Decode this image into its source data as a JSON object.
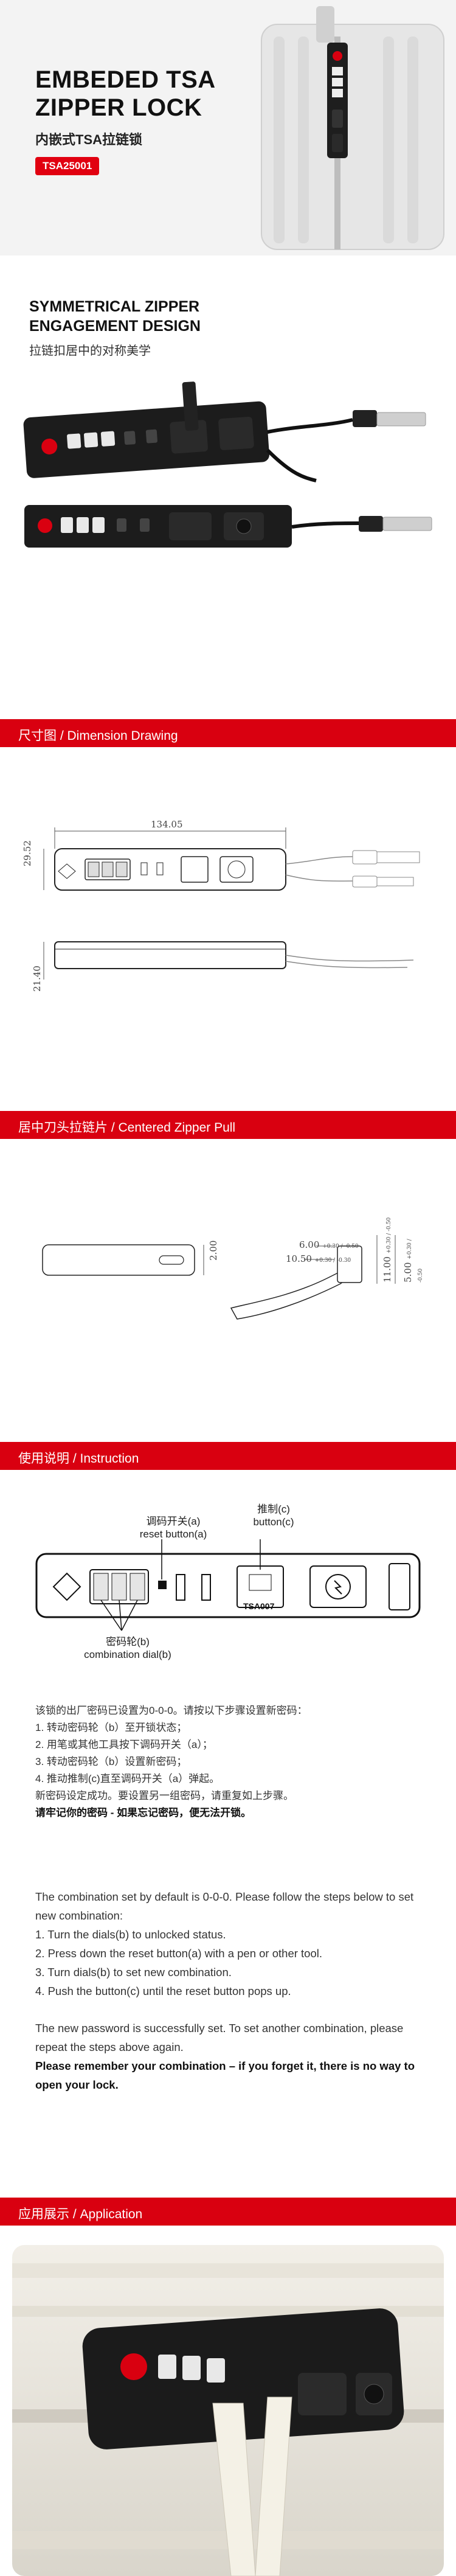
{
  "hero": {
    "title_line1": "EMBEDED TSA",
    "title_line2": "ZIPPER LOCK",
    "subtitle": "内嵌式TSA拉链锁",
    "model": "TSA25001"
  },
  "design": {
    "title_line1": "SYMMETRICAL ZIPPER",
    "title_line2": "ENGAGEMENT DESIGN",
    "subtitle": "拉链扣居中的对称美学"
  },
  "sections": {
    "dimension": "尺寸图 / Dimension Drawing",
    "pull": "居中刀头拉链片 / Centered Zipper Pull",
    "instruction": "使用说明 / Instruction",
    "application": "应用展示 / Application"
  },
  "dimension": {
    "width": "134.05",
    "height": "29.52",
    "depth": "21.40"
  },
  "pull": {
    "thickness": "2.00",
    "dim_a": "6.00",
    "dim_a_tol": "+0.30 / -0.50",
    "dim_b": "10.50",
    "dim_b_tol": "+0.30 / -0.30",
    "dim_c": "11.00",
    "dim_c_tol": "+0.30 / -0.50",
    "dim_d": "5.00",
    "dim_d_tol": "+0.30 / -0.50"
  },
  "instruction": {
    "reset_label_cn": "调码开关(a)",
    "reset_label_en": "reset button(a)",
    "button_label_cn": "推制(c)",
    "button_label_en": "button(c)",
    "dial_label_cn": "密码轮(b)",
    "dial_label_en": "combination dial(b)",
    "device_mark": "TSA007",
    "cn_intro": "该锁的出厂密码已设置为0-0-0。请按以下步骤设置新密码：",
    "cn_step1": "1.    转动密码轮（b）至开锁状态；",
    "cn_step2": "2.    用笔或其他工具按下调码开关（a）；",
    "cn_step3": "3.    转动密码轮（b）设置新密码；",
    "cn_step4": "4.    推动推制(c)直至调码开关（a）弹起。",
    "cn_done": "新密码设定成功。要设置另一组密码，请重复如上步骤。",
    "cn_warning": "请牢记你的密码 - 如果忘记密码，便无法开锁。",
    "en_intro": "The combination set by default is 0-0-0. Please follow the steps below to set new combination:",
    "en_step1": "1. Turn the dials(b) to unlocked status.",
    "en_step2": "2. Press down the reset button(a) with a pen or other tool.",
    "en_step3": "3. Turn dials(b) to set new combination.",
    "en_step4": "4. Push the button(c) until the reset button pops up.",
    "en_done": "The new password is successfully set. To set another combination, please repeat the steps above again.",
    "en_warning": "Please remember your combination – if you forget it, there is no way to open your lock."
  },
  "colors": {
    "accent": "#d90010",
    "lock_body": "#1c1c1c",
    "hero_bg": "#f3f3f3"
  }
}
